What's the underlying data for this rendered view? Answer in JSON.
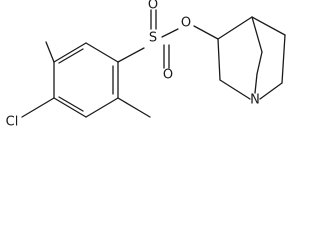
{
  "molecule": {
    "atoms": {
      "cl": "Cl",
      "s": "S",
      "o_upper": "O",
      "o_lower": "O",
      "o_ester": "O",
      "n": "N"
    },
    "colors": {
      "bond": "#1a1a1a",
      "background": "#ffffff"
    }
  }
}
